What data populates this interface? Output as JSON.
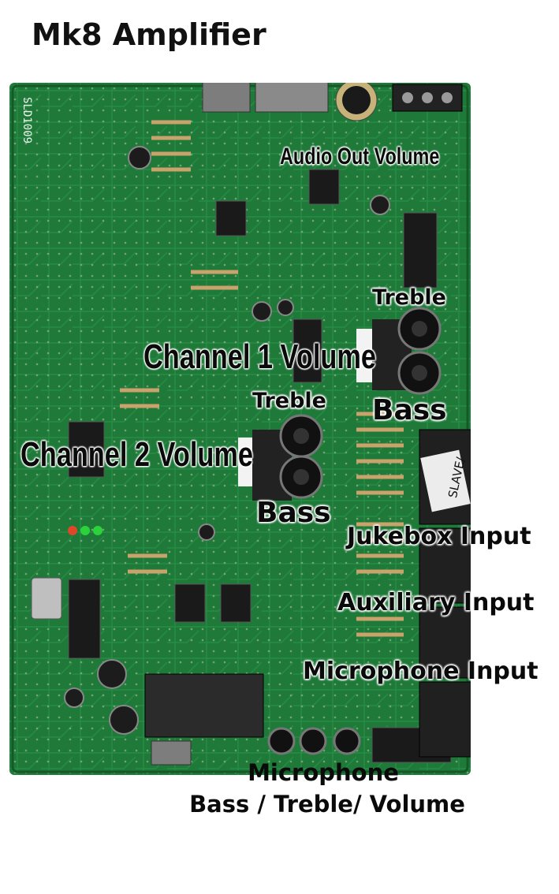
{
  "title": "Mk8 Amplifier",
  "board_silkscreen": {
    "board_id": "SLD1009",
    "slave_tab": "SLAVE/"
  },
  "callouts": {
    "audio_out_volume": "Audio Out Volume",
    "treble_top": "Treble",
    "channel1_volume": "Channel 1 Volume",
    "treble_mid": "Treble",
    "bass_top": "Bass",
    "channel2_volume": "Channel 2 Volume",
    "bass_mid": "Bass",
    "jukebox_input": "Jukebox Input",
    "auxiliary_input": "Auxiliary Input",
    "microphone_input": "Microphone Input",
    "mic_controls_line1": "Microphone",
    "mic_controls_line2": "Bass / Treble/ Volume"
  },
  "colors": {
    "pcb": "#1f7a3a",
    "pcb_dark": "#145a29",
    "trace": "#2e9a4c",
    "silk": "#e8f5ea",
    "ic": "#1a1a1a",
    "connector": "#2a2a2a"
  }
}
